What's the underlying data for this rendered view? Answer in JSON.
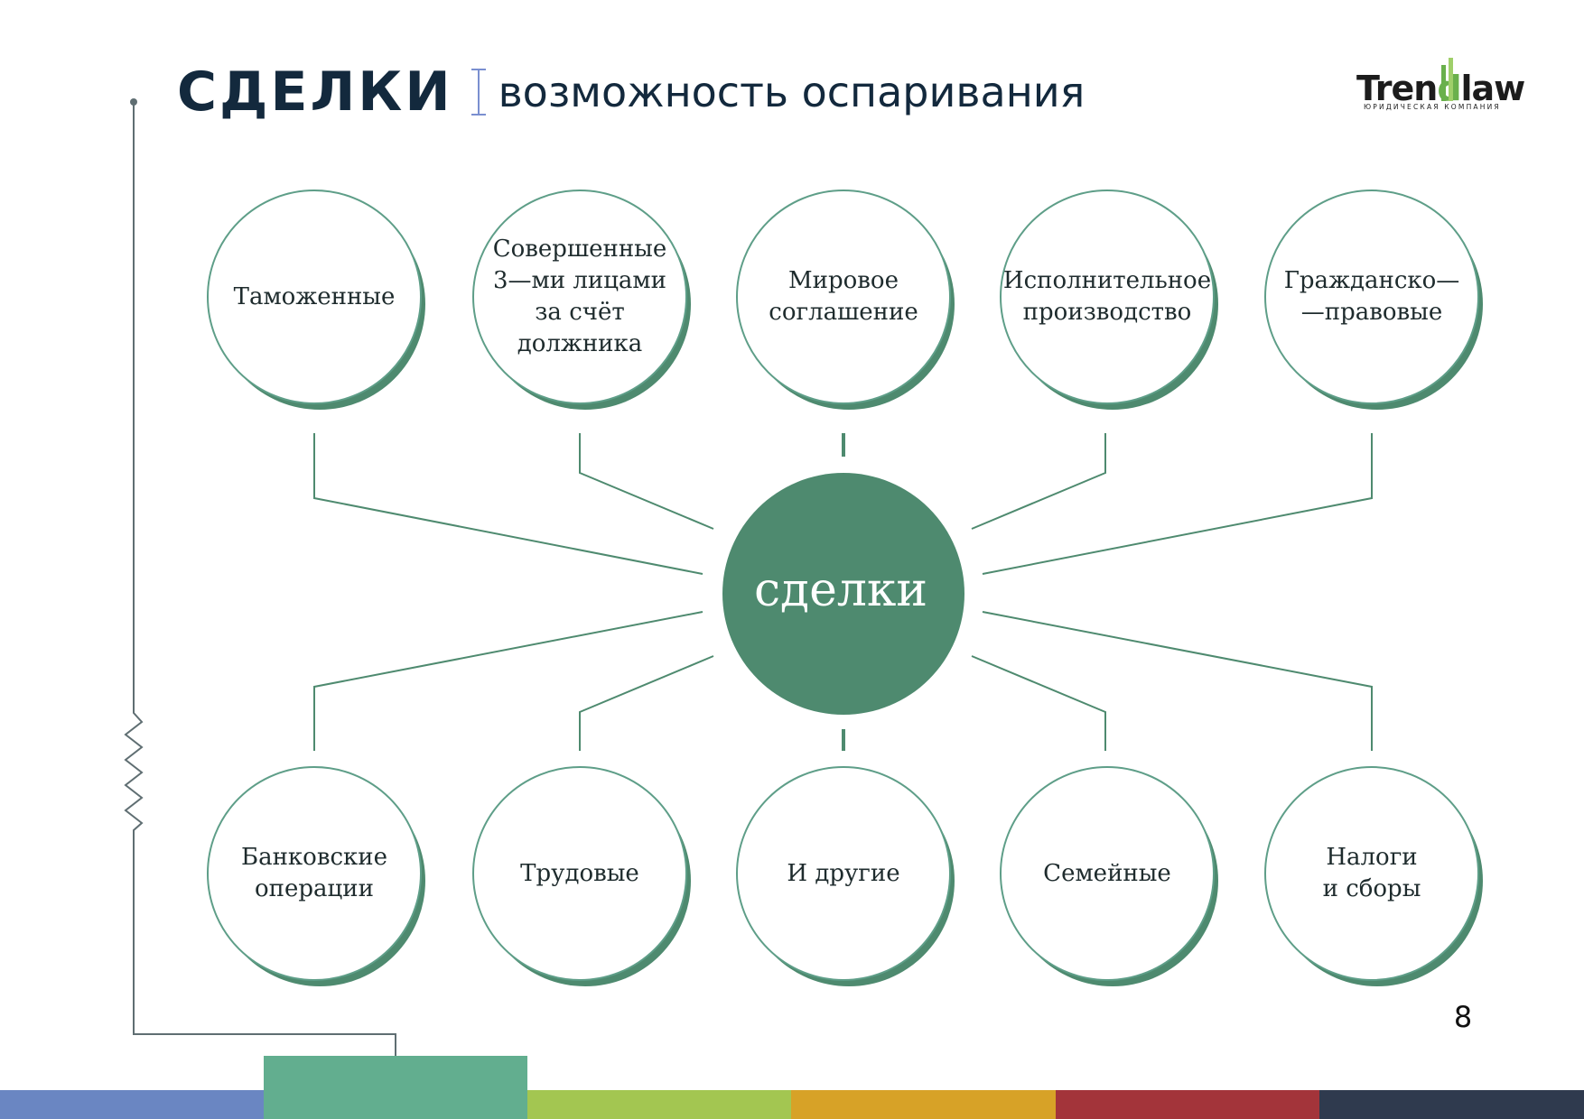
{
  "header": {
    "title": "СДЕЛКИ",
    "subtitle": "возможность оспаривания"
  },
  "logo": {
    "brand_dark_1": "Tren",
    "brand_green": "d",
    "brand_dark_2": "law",
    "tagline": "ЮРИДИЧЕСКАЯ КОМПАНИЯ"
  },
  "center": {
    "label": "сделки"
  },
  "top_items": [
    "Таможенные",
    "Совершенные\n3—ми лицами\nза счёт\nдолжника",
    "Мировое\nсоглашение",
    "Исполнительное\nпроизводство",
    "Гражданско—\n—правовые"
  ],
  "bottom_items": [
    "Банковские\nоперации",
    "Трудовые",
    "И другие",
    "Семейные",
    "Налоги\nи сборы"
  ],
  "page_number": "8",
  "colors": {
    "accent_green": "#4e8a6f",
    "circle_stroke": "#5e9e88",
    "title_dark": "#13293d",
    "footer": [
      "#6a86c2",
      "#62ae8f",
      "#a3c651",
      "#d7a227",
      "#a3343a",
      "#2f3a4e"
    ]
  }
}
